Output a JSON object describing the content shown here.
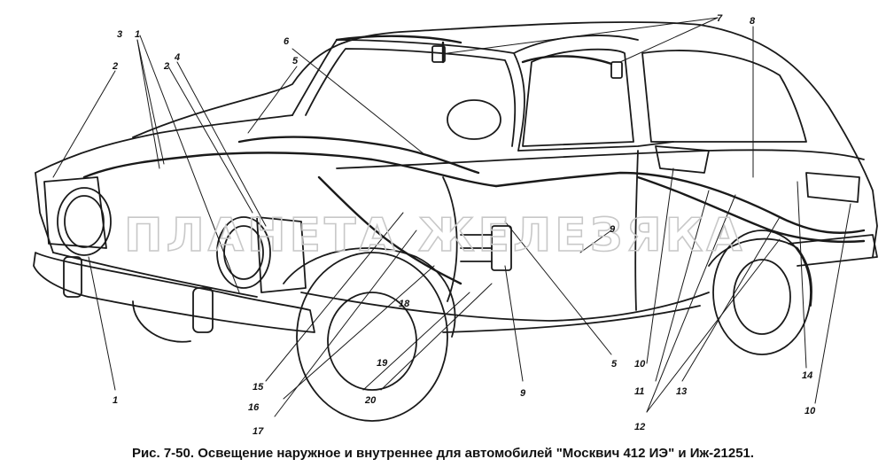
{
  "watermark": "ПЛАНЕТА ЖЕЛЕЗЯКА",
  "caption": "Рис. 7-50. Освещение наружное и внутреннее для автомобилей \"Москвич 412 ИЭ\" и Иж-21251.",
  "callouts": [
    {
      "id": "c1a",
      "text": "1"
    },
    {
      "id": "c1b",
      "text": "1"
    },
    {
      "id": "c2a",
      "text": "2"
    },
    {
      "id": "c2b",
      "text": "2"
    },
    {
      "id": "c3",
      "text": "3"
    },
    {
      "id": "c4",
      "text": "4"
    },
    {
      "id": "c5a",
      "text": "5"
    },
    {
      "id": "c5b",
      "text": "5"
    },
    {
      "id": "c6",
      "text": "6"
    },
    {
      "id": "c7",
      "text": "7"
    },
    {
      "id": "c8",
      "text": "8"
    },
    {
      "id": "c9a",
      "text": "9"
    },
    {
      "id": "c9b",
      "text": "9"
    },
    {
      "id": "c10a",
      "text": "10"
    },
    {
      "id": "c10b",
      "text": "10"
    },
    {
      "id": "c11",
      "text": "11"
    },
    {
      "id": "c12",
      "text": "12"
    },
    {
      "id": "c13",
      "text": "13"
    },
    {
      "id": "c14",
      "text": "14"
    },
    {
      "id": "c15",
      "text": "15"
    },
    {
      "id": "c16",
      "text": "16"
    },
    {
      "id": "c17",
      "text": "17"
    },
    {
      "id": "c18",
      "text": "18"
    },
    {
      "id": "c19",
      "text": "19"
    },
    {
      "id": "c20",
      "text": "20"
    }
  ]
}
